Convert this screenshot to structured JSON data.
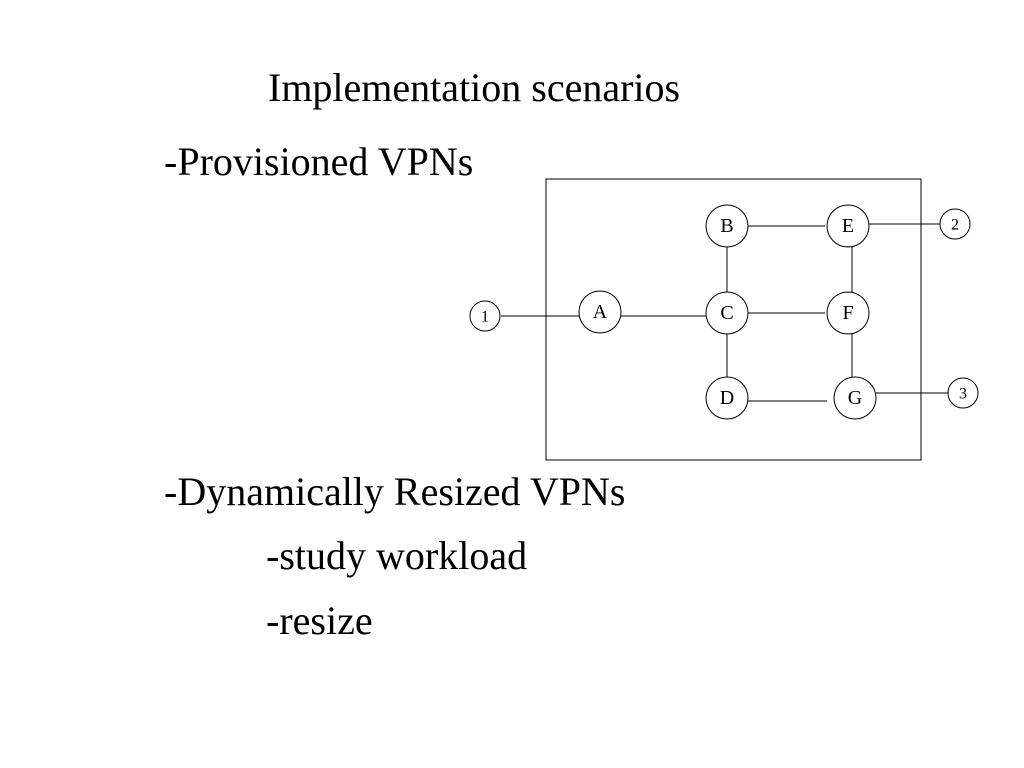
{
  "slide": {
    "title": "Implementation scenarios",
    "bullets": {
      "provisioned": "-Provisioned VPNs",
      "dynamic": "-Dynamically Resized VPNs",
      "study": "-study workload",
      "resize": "-resize"
    }
  },
  "diagram": {
    "nodes": [
      "A",
      "B",
      "C",
      "D",
      "E",
      "F",
      "G"
    ],
    "endpoints": [
      "1",
      "2",
      "3"
    ],
    "edges": [
      [
        "1",
        "A"
      ],
      [
        "A",
        "C"
      ],
      [
        "B",
        "E"
      ],
      [
        "B",
        "C"
      ],
      [
        "C",
        "F"
      ],
      [
        "C",
        "D"
      ],
      [
        "E",
        "F"
      ],
      [
        "F",
        "G"
      ],
      [
        "D",
        "G"
      ],
      [
        "E",
        "2"
      ],
      [
        "G",
        "3"
      ]
    ]
  }
}
